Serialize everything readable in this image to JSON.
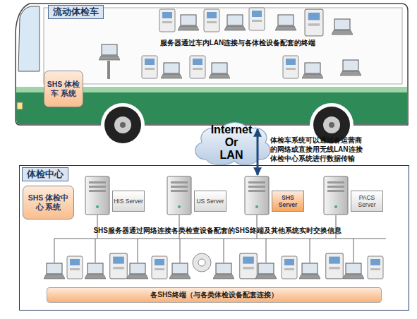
{
  "diagram": {
    "nodes": [
      {
        "text": [
          "流动体检车",
          "服务器通过车内LAN连接与各体检设备配套的终端"
        ]
      },
      {
        "text": [
          "SHS 体检车 系统"
        ],
        "in": 0
      },
      {
        "text": [
          "Internet Or LAN"
        ]
      },
      {
        "text": [
          "体检中心",
          "SHS服务器通过网络连接各类检查设备配套的SHS终端及其他系统实时交换信息"
        ]
      },
      {
        "text": [
          "SHS 体检中心 系统"
        ],
        "in": 3
      },
      {
        "text": [
          "HIS Server"
        ],
        "in": 3
      },
      {
        "text": [
          "US Server"
        ],
        "in": 3
      },
      {
        "text": [
          "SHS Server"
        ],
        "in": 3
      },
      {
        "text": [
          "PACS Server"
        ],
        "in": 3
      },
      {
        "text": [
          "各SHS终端（与各类体检设备配套连接）"
        ],
        "in": 3
      }
    ],
    "edges": [
      {
        "from": 0,
        "to": 7,
        "arrow": "both"
      }
    ],
    "labels": [
      "体检车系统可以通过各运营商的网络或直接用无线LAN连接体检中心系统进行数据传输"
    ]
  }
}
